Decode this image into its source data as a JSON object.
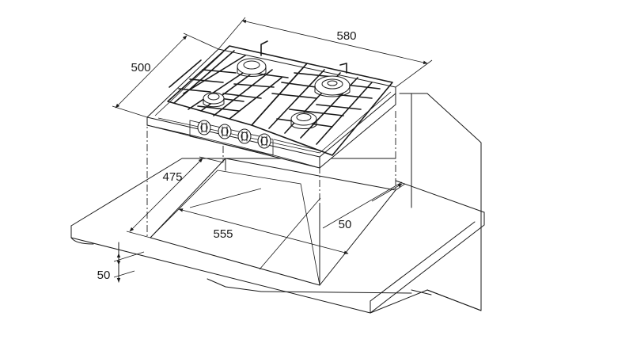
{
  "dimensions": {
    "width": "580",
    "depth": "500",
    "cutout_width": "555",
    "cutout_depth": "475",
    "rear_clearance": "50",
    "worktop_offset": "50"
  }
}
